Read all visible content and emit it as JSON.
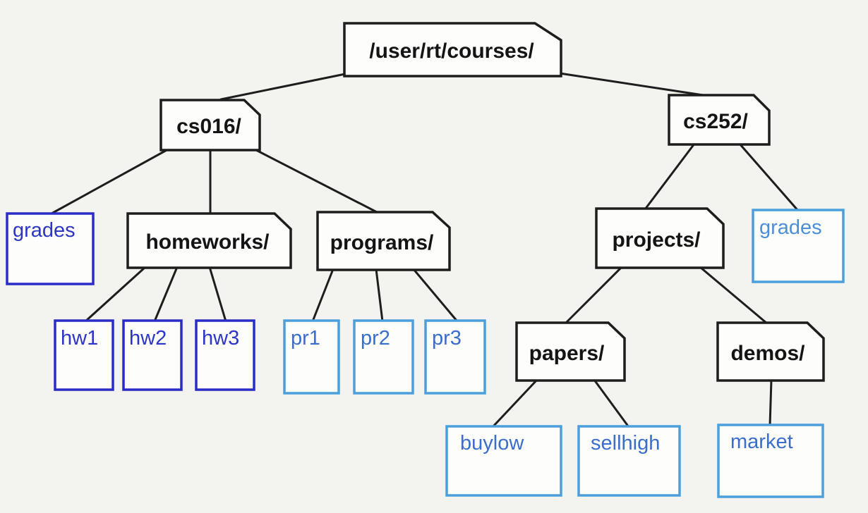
{
  "figure": {
    "title": "/user/rt/courses/",
    "kind": "file-system tree diagram"
  },
  "colors": {
    "background": "#f3f3ef",
    "ink": "#1d1d1d",
    "file_border_indigo": "#2b2cc6",
    "file_text_indigo": "#2c35c4",
    "file_border_blue": "#4a9fdc",
    "file_text_blue": "#3a6ecc",
    "file_text_light_blue": "#4c8ed8"
  },
  "nodes": {
    "root": {
      "label": "/user/rt/courses/",
      "type": "directory"
    },
    "cs016": {
      "label": "cs016/",
      "type": "directory"
    },
    "cs252": {
      "label": "cs252/",
      "type": "directory"
    },
    "grades_cs016": {
      "label": "grades",
      "type": "file"
    },
    "homeworks": {
      "label": "homeworks/",
      "type": "directory"
    },
    "programs": {
      "label": "programs/",
      "type": "directory"
    },
    "projects": {
      "label": "projects/",
      "type": "directory"
    },
    "grades_cs252": {
      "label": "grades",
      "type": "file"
    },
    "hw1": {
      "label": "hw1",
      "type": "file"
    },
    "hw2": {
      "label": "hw2",
      "type": "file"
    },
    "hw3": {
      "label": "hw3",
      "type": "file"
    },
    "pr1": {
      "label": "pr1",
      "type": "file"
    },
    "pr2": {
      "label": "pr2",
      "type": "file"
    },
    "pr3": {
      "label": "pr3",
      "type": "file"
    },
    "papers": {
      "label": "papers/",
      "type": "directory"
    },
    "demos": {
      "label": "demos/",
      "type": "directory"
    },
    "buylow": {
      "label": "buylow",
      "type": "file"
    },
    "sellhigh": {
      "label": "sellhigh",
      "type": "file"
    },
    "market": {
      "label": "market",
      "type": "file"
    }
  },
  "hierarchy": {
    "label": "/user/rt/courses/",
    "children": [
      {
        "label": "cs016/",
        "children": [
          {
            "label": "grades"
          },
          {
            "label": "homeworks/",
            "children": [
              {
                "label": "hw1"
              },
              {
                "label": "hw2"
              },
              {
                "label": "hw3"
              }
            ]
          },
          {
            "label": "programs/",
            "children": [
              {
                "label": "pr1"
              },
              {
                "label": "pr2"
              },
              {
                "label": "pr3"
              }
            ]
          }
        ]
      },
      {
        "label": "cs252/",
        "children": [
          {
            "label": "projects/",
            "children": [
              {
                "label": "papers/",
                "children": [
                  {
                    "label": "buylow"
                  },
                  {
                    "label": "sellhigh"
                  }
                ]
              },
              {
                "label": "demos/",
                "children": [
                  {
                    "label": "market"
                  }
                ]
              }
            ]
          },
          {
            "label": "grades"
          }
        ]
      }
    ]
  }
}
